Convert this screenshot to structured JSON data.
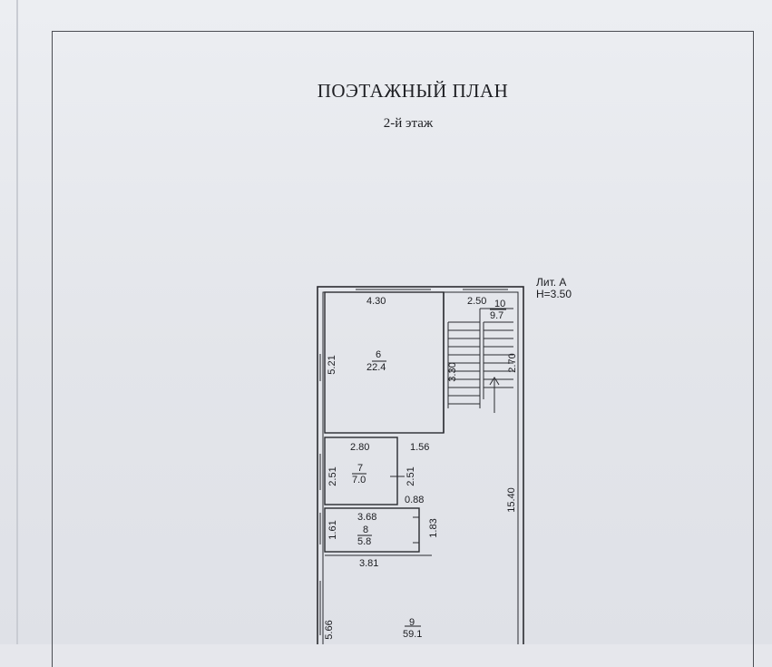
{
  "title": "ПОЭТАЖНЫЙ ПЛАН",
  "subtitle": "2-й этаж",
  "lit": "Лит. А",
  "height": "H=3.50",
  "rooms": [
    {
      "number": "6",
      "area": "22.4"
    },
    {
      "number": "7",
      "area": "7.0"
    },
    {
      "number": "8",
      "area": "5.8"
    },
    {
      "number": "9",
      "area": "59.1"
    },
    {
      "number": "10",
      "area": "9.7"
    }
  ],
  "dimensions": {
    "d_430": "4.30",
    "d_250": "2.50",
    "d_521": "5.21",
    "d_330": "3.30",
    "d_270": "2.70",
    "d_280": "2.80",
    "d_156": "1.56",
    "d_251a": "2.51",
    "d_251b": "2.51",
    "d_088": "0.88",
    "d_368": "3.68",
    "d_161": "1.61",
    "d_183": "1.83",
    "d_381": "3.81",
    "d_1540": "15.40",
    "d_566": "5.66"
  },
  "colors": {
    "ink": "#1b1c20",
    "paper": "#e6e7ec",
    "wall": "#2a2b30"
  }
}
